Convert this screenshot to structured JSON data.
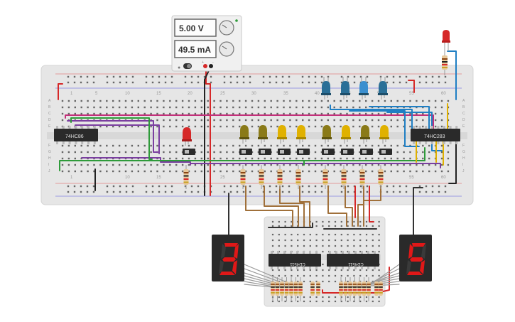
{
  "power_supply": {
    "voltage": "5.00 V",
    "current": "49.5 mA",
    "plus_label": "+",
    "minus_label": "-"
  },
  "chips": {
    "left": "74HC86",
    "right": "74HC283",
    "decoder_left": "CD4511",
    "decoder_right": "CD4511"
  },
  "breadboard": {
    "row_letters_top": [
      "A",
      "B",
      "C",
      "D",
      "E"
    ],
    "row_letters_bottom": [
      "F",
      "G",
      "H",
      "I",
      "J"
    ],
    "column_numbers": [
      "1",
      "5",
      "10",
      "15",
      "20",
      "25",
      "30",
      "35",
      "40",
      "45",
      "50",
      "55",
      "60"
    ]
  },
  "displays": {
    "left_digit": "3",
    "right_digit": "5"
  },
  "colors": {
    "breadboard": "#e6e6e6",
    "led_red": "#d62828",
    "led_blue": "#2a6f97",
    "led_yellow": "#e0b100",
    "led_olive": "#8a7a18",
    "segment_on": "#e01818",
    "display_body": "#2a2a2a"
  },
  "icons": {
    "knob_voltage": "knob-icon",
    "knob_current": "knob-icon",
    "power_switch": "toggle-icon"
  }
}
